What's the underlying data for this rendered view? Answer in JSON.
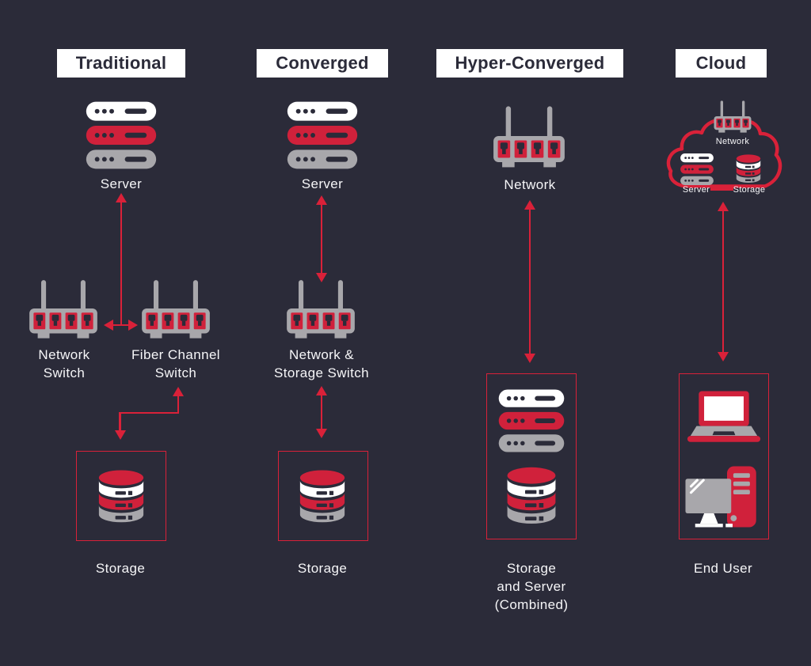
{
  "colors": {
    "background": "#2b2b39",
    "icon_red": "#d0213b",
    "arrow_red": "#d92139",
    "icon_gray": "#a8a7ab",
    "icon_white": "#ffffff",
    "header_background": "#ffffff",
    "header_text": "#2b2b39",
    "label_text": "#f6f6f8"
  },
  "columns": [
    {
      "title": "Traditional",
      "nodes": {
        "server": "Server",
        "network_switch": "Network\nSwitch",
        "fiber_switch": "Fiber Channel\nSwitch",
        "storage": "Storage"
      }
    },
    {
      "title": "Converged",
      "nodes": {
        "server": "Server",
        "switch": "Network &\nStorage Switch",
        "storage": "Storage"
      }
    },
    {
      "title": "Hyper-Converged",
      "nodes": {
        "network": "Network",
        "combined": "Storage\nand Server\n(Combined)"
      }
    },
    {
      "title": "Cloud",
      "cloud": {
        "network": "Network",
        "server": "Server",
        "storage": "Storage"
      },
      "nodes": {
        "end_user": "End User"
      }
    }
  ]
}
